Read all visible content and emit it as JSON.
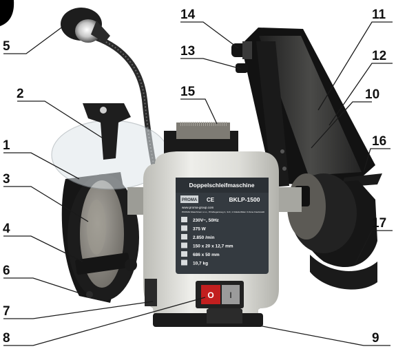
{
  "callouts": {
    "n1": "1",
    "n2": "2",
    "n3": "3",
    "n4": "4",
    "n5": "5",
    "n6": "6",
    "n7": "7",
    "n8": "8",
    "n9": "9",
    "n10": "10",
    "n11": "11",
    "n12": "12",
    "n13": "13",
    "n14": "14",
    "n15": "15",
    "n16": "16",
    "n17": "17"
  },
  "nameplate": {
    "title": "Doppelschleifmaschine",
    "brand": "PROMA",
    "model": "BKLP-1500",
    "ce_mark": "CE",
    "web": "www.proma-group.com",
    "maker": "PROMA Maschinen s.r.o., Prüdlegenweg 1, 3-D, 1 Dokdorfklan 3 Zone Kaufwuldt",
    "specs": [
      "230V~, 50Hz",
      "375 W",
      "2.850 /min",
      "150 x 20 x 12,7 mm",
      "686 x 50 mm",
      "10,7 kg"
    ]
  },
  "switch": {
    "off": "O",
    "on": "I"
  },
  "colors": {
    "body": "#e2e2de",
    "plate": "#343a40",
    "belt": "#2c2c2c",
    "wheel": "#8d8a83",
    "metal": "#262626"
  }
}
